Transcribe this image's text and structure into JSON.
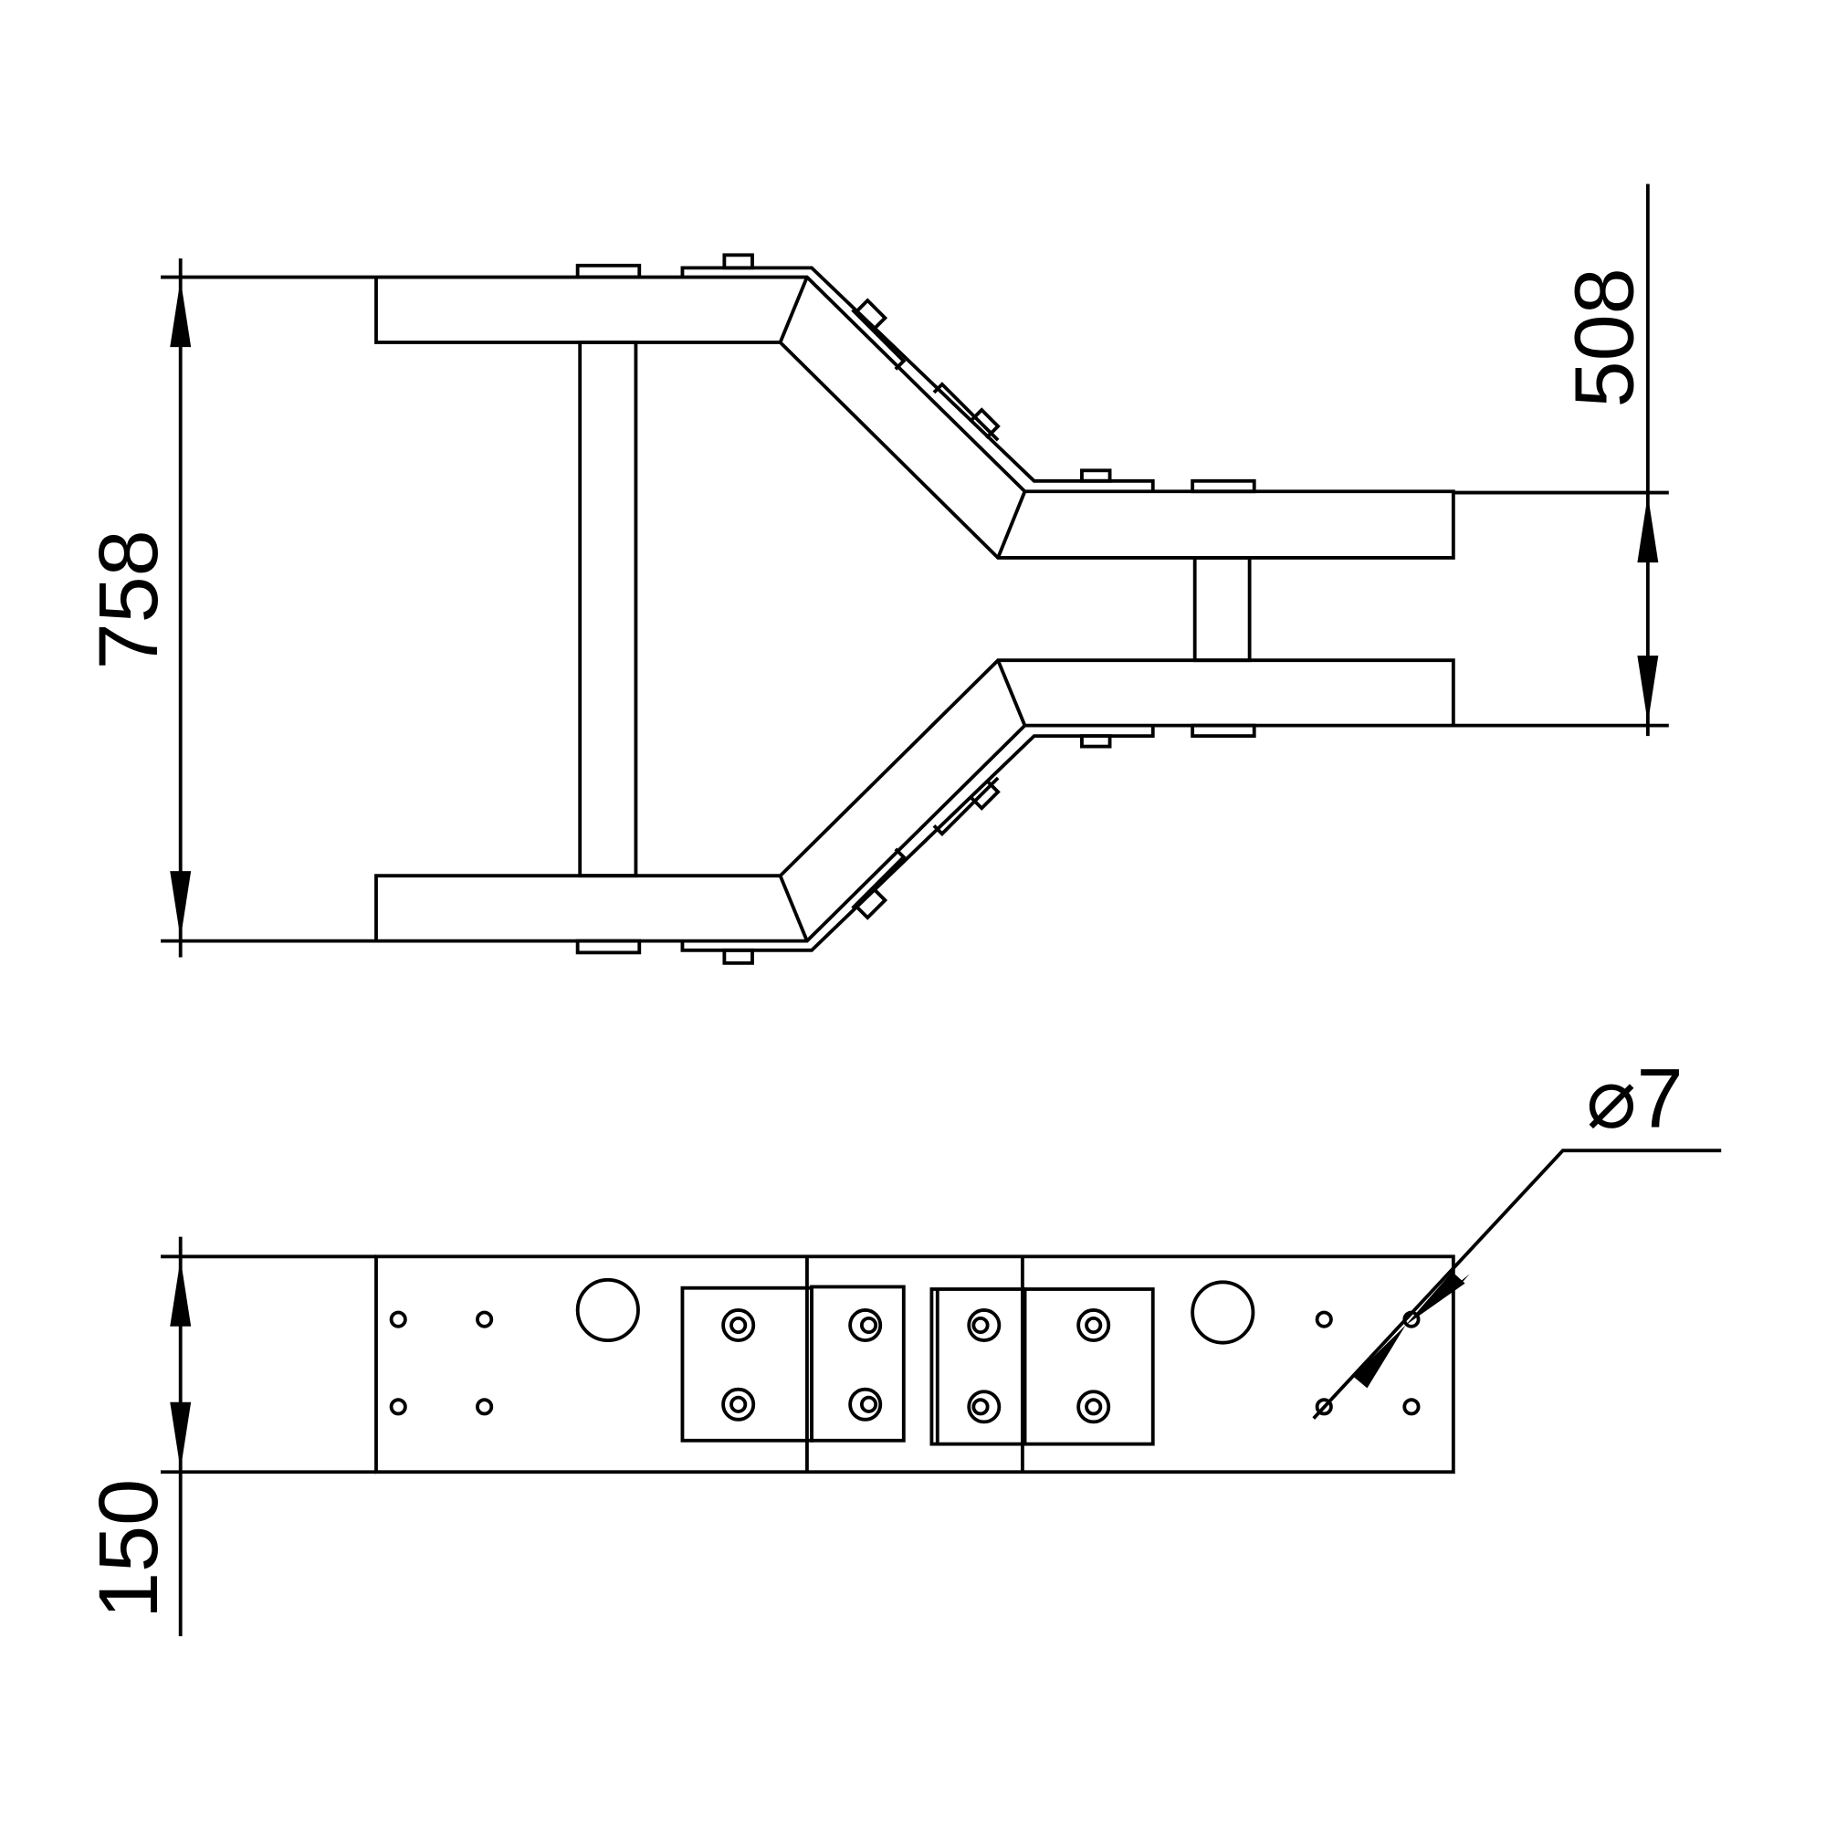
{
  "dimensions": {
    "overall_width": "758",
    "narrow_width": "508",
    "height": "150",
    "hole_diameter": "⌀7"
  },
  "colors": {
    "line": "#000000",
    "background": "#ffffff"
  }
}
